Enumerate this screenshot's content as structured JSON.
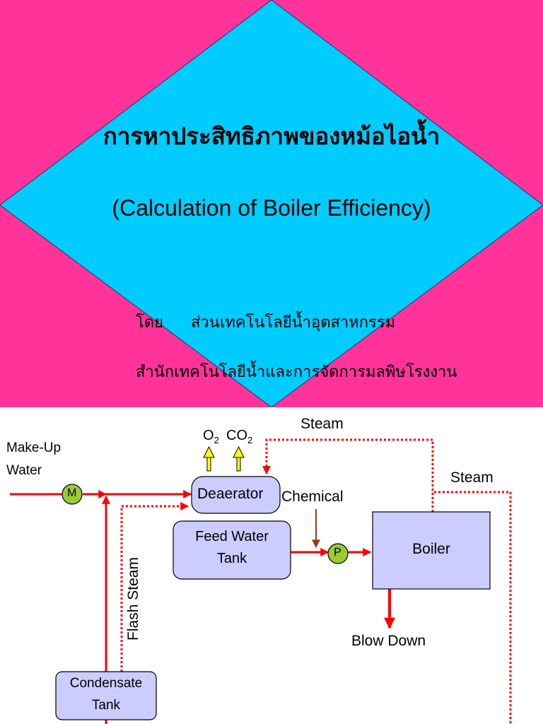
{
  "slide": {
    "title_thai": "การหาประสิทธิภาพของหม้อไอน้ำ",
    "title_english": "(Calculation of Boiler Efficiency)",
    "by_label": "โดย",
    "department": "ส่วนเทคโนโลยีน้ำอุตสาหกรรม",
    "bureau": "สำนักเทคโนโลยีน้ำและการจัดการมลพิษโรงงาน",
    "colors": {
      "background": "#ff3399",
      "diamond": "#00ccff"
    }
  },
  "diagram": {
    "makeup_water": [
      "Make-Up",
      "Water"
    ],
    "motor_label": "M",
    "pump_label": "P",
    "o2": {
      "base": "O",
      "sub": "2"
    },
    "co2": {
      "base": "CO",
      "sub": "2"
    },
    "deaerator": "Deaerator",
    "chemical": "Chemical",
    "feed_water_tank": [
      "Feed Water",
      "Tank"
    ],
    "boiler": "Boiler",
    "steam_top": "Steam",
    "steam_right": "Steam",
    "blow_down": "Blow Down",
    "flash_steam": "Flash Steam",
    "condensate_tank": [
      "Condensate",
      "Tank"
    ],
    "colors": {
      "line": "#ff0000",
      "box_fill": "#ccccff",
      "node_fill": "#99cc33",
      "gas_arrow": "#ffff00",
      "chemical_arrow": "#8b4513"
    }
  }
}
